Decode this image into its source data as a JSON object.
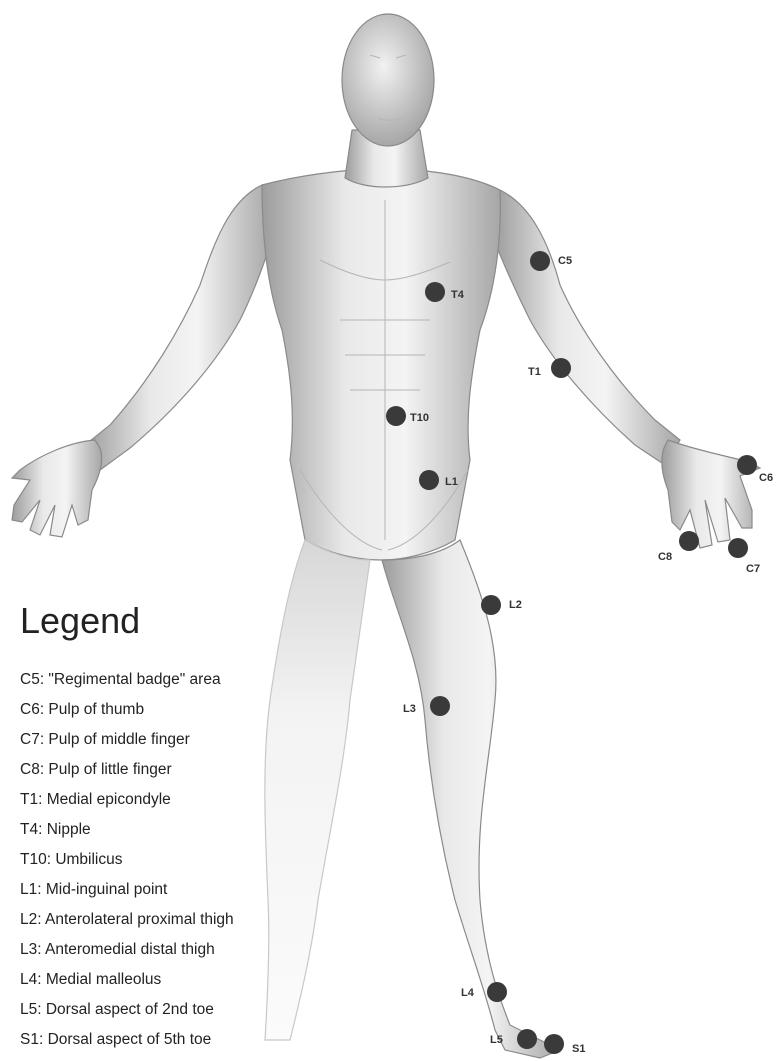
{
  "legend": {
    "title": "Legend",
    "items": [
      "C5: \"Regimental badge\" area",
      "C6: Pulp of thumb",
      "C7: Pulp of middle finger",
      "C8: Pulp of little finger",
      "T1: Medial epicondyle",
      "T4: Nipple",
      "T10: Umbilicus",
      "L1: Mid-inguinal point",
      "L2: Anterolateral proximal thigh",
      "L3: Anteromedial distal thigh",
      "L4: Medial malleolus",
      "L5: Dorsal aspect of 2nd toe",
      "S1: Dorsal aspect of 5th toe"
    ]
  },
  "points": [
    "C5",
    "C6",
    "C7",
    "C8",
    "T1",
    "T4",
    "T10",
    "L1",
    "L2",
    "L3",
    "L4",
    "L5",
    "S1"
  ],
  "colors": {
    "dot": "#3a3a3a",
    "skin_light": "#f2f2f2",
    "skin_shade": "#a9a9a9",
    "text": "#222222"
  }
}
